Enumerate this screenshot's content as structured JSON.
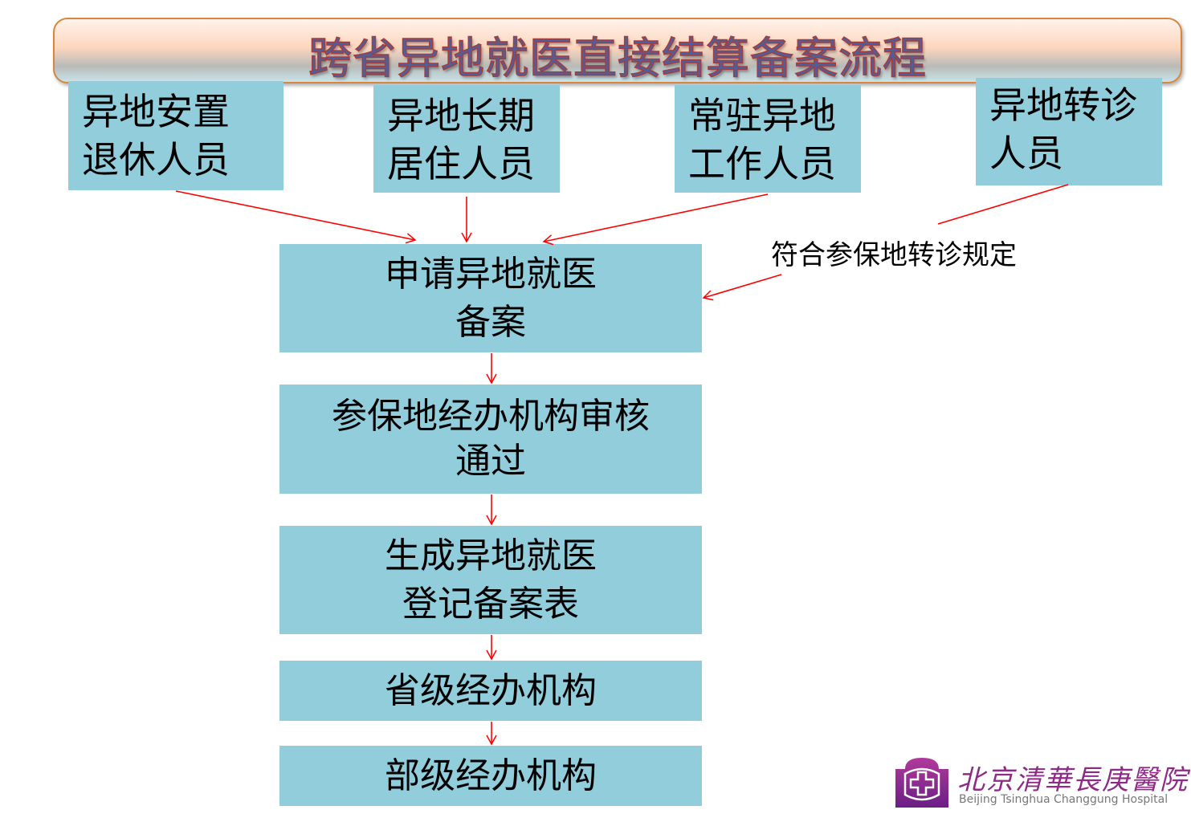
{
  "title": "跨省异地就医直接结算备案流程",
  "categories": [
    {
      "line1": "异地安置",
      "line2": "退休人员"
    },
    {
      "line1": "异地长期",
      "line2": "居住人员"
    },
    {
      "line1": "常驻异地",
      "line2": "工作人员"
    },
    {
      "line1": "异地转诊",
      "line2": "人员"
    }
  ],
  "note": "符合参保地转诊规定",
  "steps": [
    {
      "line1": "申请异地就医",
      "line2": "备案"
    },
    {
      "line1": "参保地经办机构审核",
      "line2": "通过"
    },
    {
      "line1": "生成异地就医",
      "line2": "登记备案表"
    },
    {
      "line1": "省级经办机构"
    },
    {
      "line1": "部级经办机构"
    }
  ],
  "logo": {
    "cn": "北京清華長庚醫院",
    "en": "Beijing Tsinghua Changgung Hospital"
  },
  "colors": {
    "box": "#92cddc",
    "arrow": "#ff0000",
    "logo": "#8e2a87"
  }
}
